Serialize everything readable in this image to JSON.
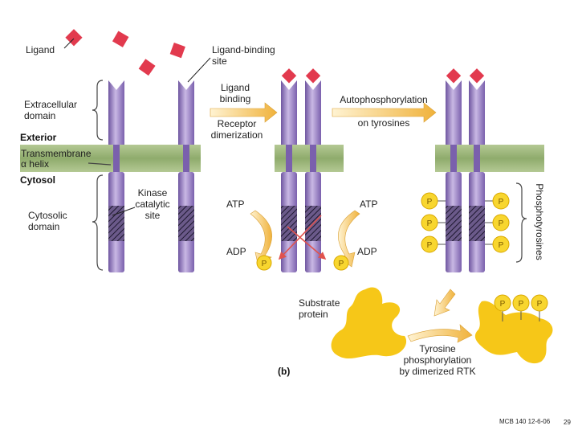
{
  "labels": {
    "ligand": "Ligand",
    "ligand_binding_site_1": "Ligand-binding",
    "ligand_binding_site_2": "site",
    "extracellular_1": "Extracellular",
    "extracellular_2": "domain",
    "exterior": "Exterior",
    "transmembrane_1": "Transmembrane",
    "transmembrane_2": "α helix",
    "cytosol": "Cytosol",
    "cytosolic_1": "Cytosolic",
    "cytosolic_2": "domain",
    "kinase_1": "Kinase",
    "kinase_2": "catalytic",
    "kinase_3": "site",
    "step1_top_1": "Ligand",
    "step1_top_2": "binding",
    "step1_bottom_1": "Receptor",
    "step1_bottom_2": "dimerization",
    "step2_top": "Autophosphorylation",
    "step2_bottom": "on tyrosines",
    "atp_left": "ATP",
    "adp_left": "ADP",
    "atp_right": "ATP",
    "adp_right": "ADP",
    "p": "P",
    "phosphotyrosines": "Phosphotyrosines",
    "substrate_1": "Substrate",
    "substrate_2": "protein",
    "tyr_1": "Tyrosine",
    "tyr_2": "phosphorylation",
    "tyr_3": "by dimerized RTK",
    "panel": "(b)",
    "footer": "MCB 140 12-6-06",
    "page_number": "29"
  },
  "colors": {
    "membrane": "#9bb57a",
    "receptor": "#8c74b8",
    "receptor_light": "#c9b8e4",
    "ligand": "#e23a4e",
    "phosphate": "#f8d62f",
    "substrate": "#f6c718",
    "arrow": "#f2bd4a",
    "cross_arrow": "#e0524d"
  },
  "icons": {
    "ligand": "red-diamond-ligand-icon",
    "phosphate": "yellow-circle-phosphate-icon",
    "arrow": "right-arrow-icon"
  }
}
